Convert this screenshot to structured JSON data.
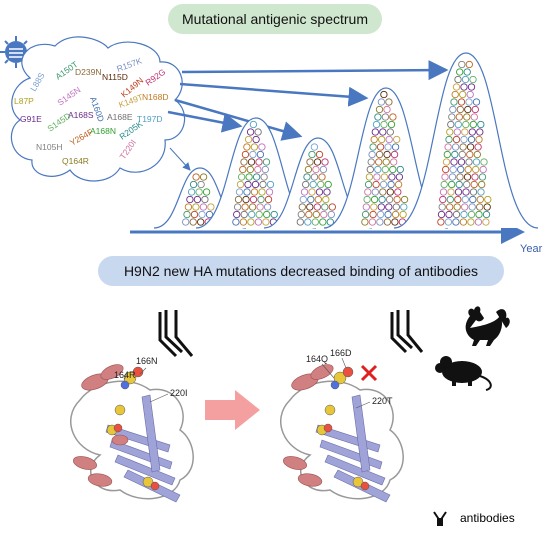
{
  "title": "Mutational antigenic spectrum",
  "subtitle": "H9N2 new HA mutations decreased binding of antibodies",
  "x_axis_label": "Year",
  "mutations": [
    {
      "label": "R157K",
      "color": "#7a8fc0"
    },
    {
      "label": "D239N",
      "color": "#8a6a3a"
    },
    {
      "label": "N115D",
      "color": "#5a2a0a"
    },
    {
      "label": "R92G",
      "color": "#c03070"
    },
    {
      "label": "A150T",
      "color": "#3a9a6a"
    },
    {
      "label": "K149N",
      "color": "#c04020"
    },
    {
      "label": "L88S",
      "color": "#7aa0d0"
    },
    {
      "label": "A160D",
      "color": "#4070b0"
    },
    {
      "label": "N168D",
      "color": "#c07a20"
    },
    {
      "label": "L87P",
      "color": "#b0a020"
    },
    {
      "label": "S145N",
      "color": "#c070c0"
    },
    {
      "label": "K149T",
      "color": "#c8a040"
    },
    {
      "label": "G91E",
      "color": "#6a2a8a"
    },
    {
      "label": "A168S",
      "color": "#6a2a8a"
    },
    {
      "label": "A168E",
      "color": "#707070"
    },
    {
      "label": "T197D",
      "color": "#50a0c0"
    },
    {
      "label": "S145D",
      "color": "#60b060"
    },
    {
      "label": "A168N",
      "color": "#30a030"
    },
    {
      "label": "R205K",
      "color": "#2a8a8a"
    },
    {
      "label": "N105H",
      "color": "#808080"
    },
    {
      "label": "Y264F",
      "color": "#c06020"
    },
    {
      "label": "Q164R",
      "color": "#8a7a20"
    },
    {
      "label": "T220I",
      "color": "#d070a0"
    }
  ],
  "left_structure": {
    "labels": [
      "164R",
      "166N",
      "220I"
    ]
  },
  "right_structure": {
    "labels": [
      "164Q",
      "166D",
      "220T"
    ]
  },
  "legend_label": "antibodies",
  "colors": {
    "peak_stroke": "#4a78c0",
    "arrow": "#4a78c0",
    "block_arrow": "#f4a0a0",
    "cross": "#e02020",
    "helix": "#d08080",
    "sheet": "#9fa3d8"
  }
}
